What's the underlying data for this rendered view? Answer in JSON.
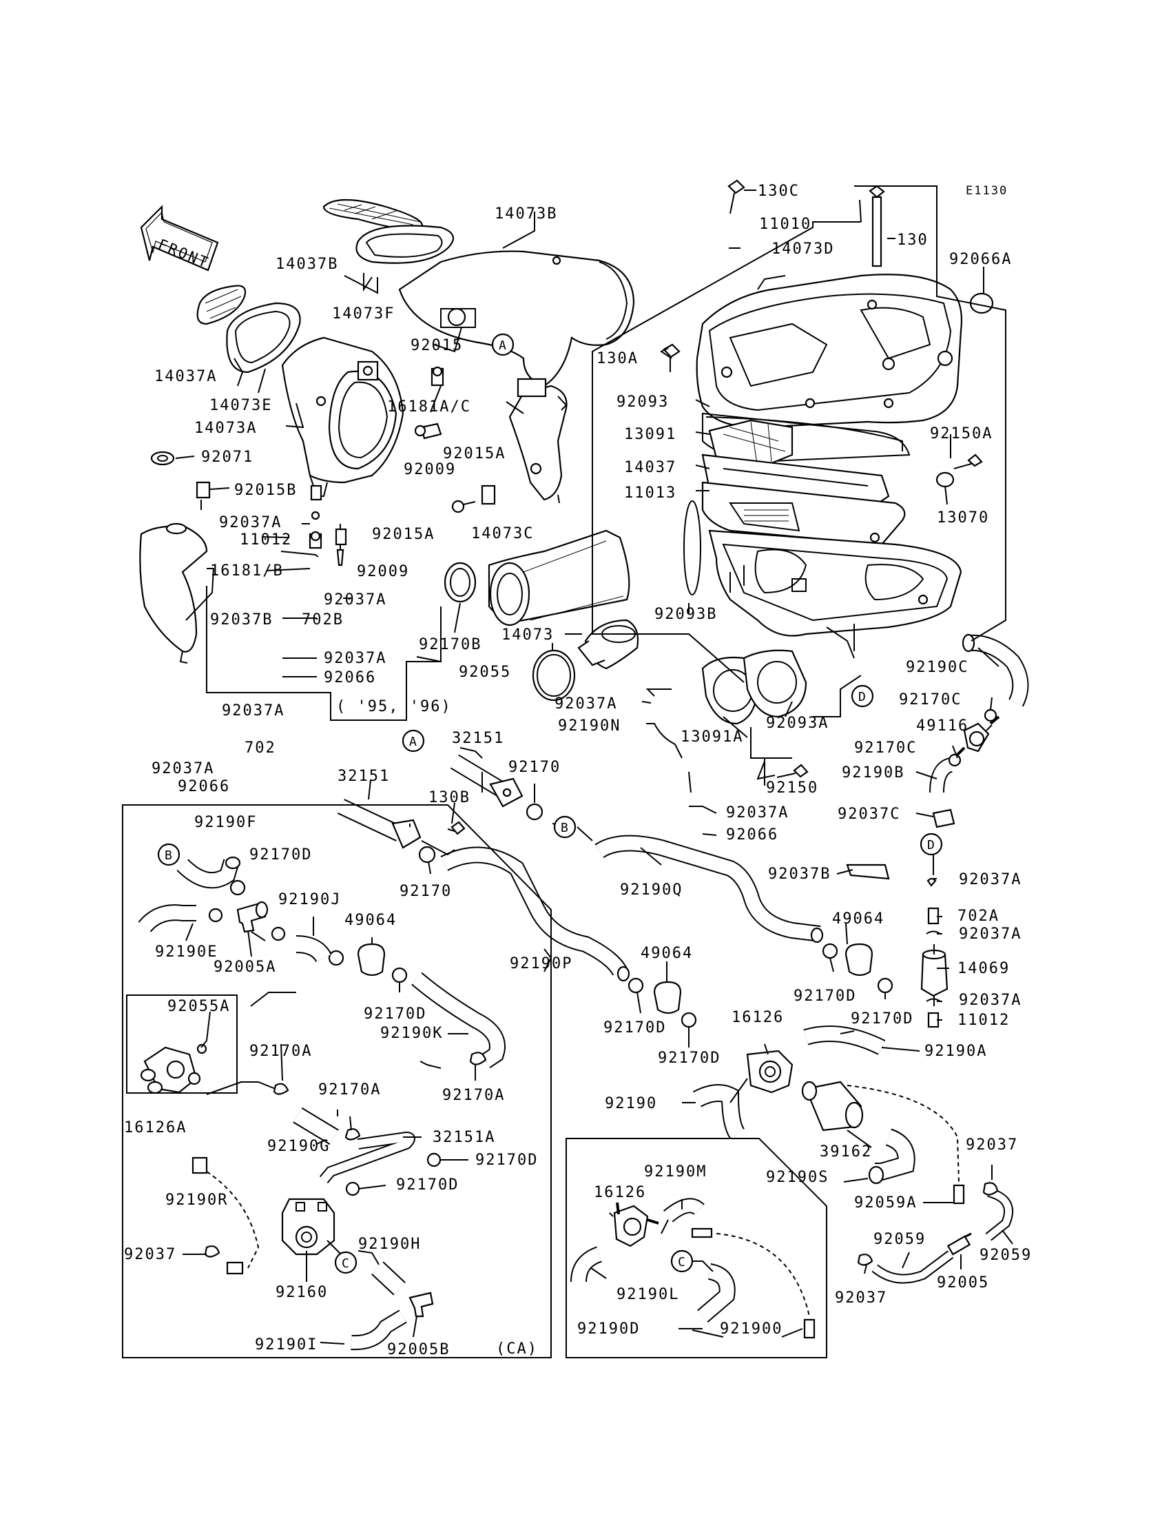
{
  "diagram_id": "E1130",
  "front_label": "FRONT",
  "note_years": "( '95, '96)",
  "note_ca": "(CA)",
  "callouts": {
    "A": "A",
    "B": "B",
    "C": "C",
    "D": "D"
  },
  "labels": [
    "130C",
    "11010",
    "130",
    "92066A",
    "14073B",
    "14073D",
    "14037B",
    "14073F",
    "14037A",
    "14073E",
    "14073A",
    "92015",
    "16181A/C",
    "92009",
    "92015A",
    "130A",
    "92093",
    "13091",
    "14037",
    "11013",
    "92150A",
    "13070",
    "92071",
    "92015B",
    "92037A",
    "11012",
    "92015A",
    "16181/B",
    "92009",
    "92037A",
    "92037B",
    "702B",
    "92037A",
    "92066",
    "14073C",
    "92170B",
    "14073",
    "92055",
    "92093B",
    "92190C",
    "92170C",
    "49116",
    "92170C",
    "92190B",
    "92037A",
    "92190N",
    "13091A",
    "92093A",
    "92150",
    "92037A",
    "702",
    "92037A",
    "92066",
    "32151",
    "92170",
    "32151",
    "130B",
    "92037A",
    "92066",
    "92037C",
    "92190F",
    "92170D",
    "92170",
    "92190Q",
    "92037B",
    "92037A",
    "702A",
    "92037A",
    "14069",
    "92037A",
    "11012",
    "92190J",
    "49064",
    "92190E",
    "92005A",
    "49064",
    "49064",
    "92170D",
    "92170D",
    "92190P",
    "92170D",
    "92190K",
    "92170D",
    "92170D",
    "92055A",
    "92170A",
    "16126",
    "92190A",
    "92170A",
    "16126A",
    "92170A",
    "92190",
    "39162",
    "92037",
    "92190G",
    "32151A",
    "92170D",
    "92170D",
    "92190S",
    "92059A",
    "92190M",
    "16126",
    "92190R",
    "92059",
    "92059",
    "92037",
    "92190H",
    "92005",
    "92037",
    "92160",
    "92190L",
    "92190I",
    "92005B",
    "92190D",
    "921900"
  ]
}
